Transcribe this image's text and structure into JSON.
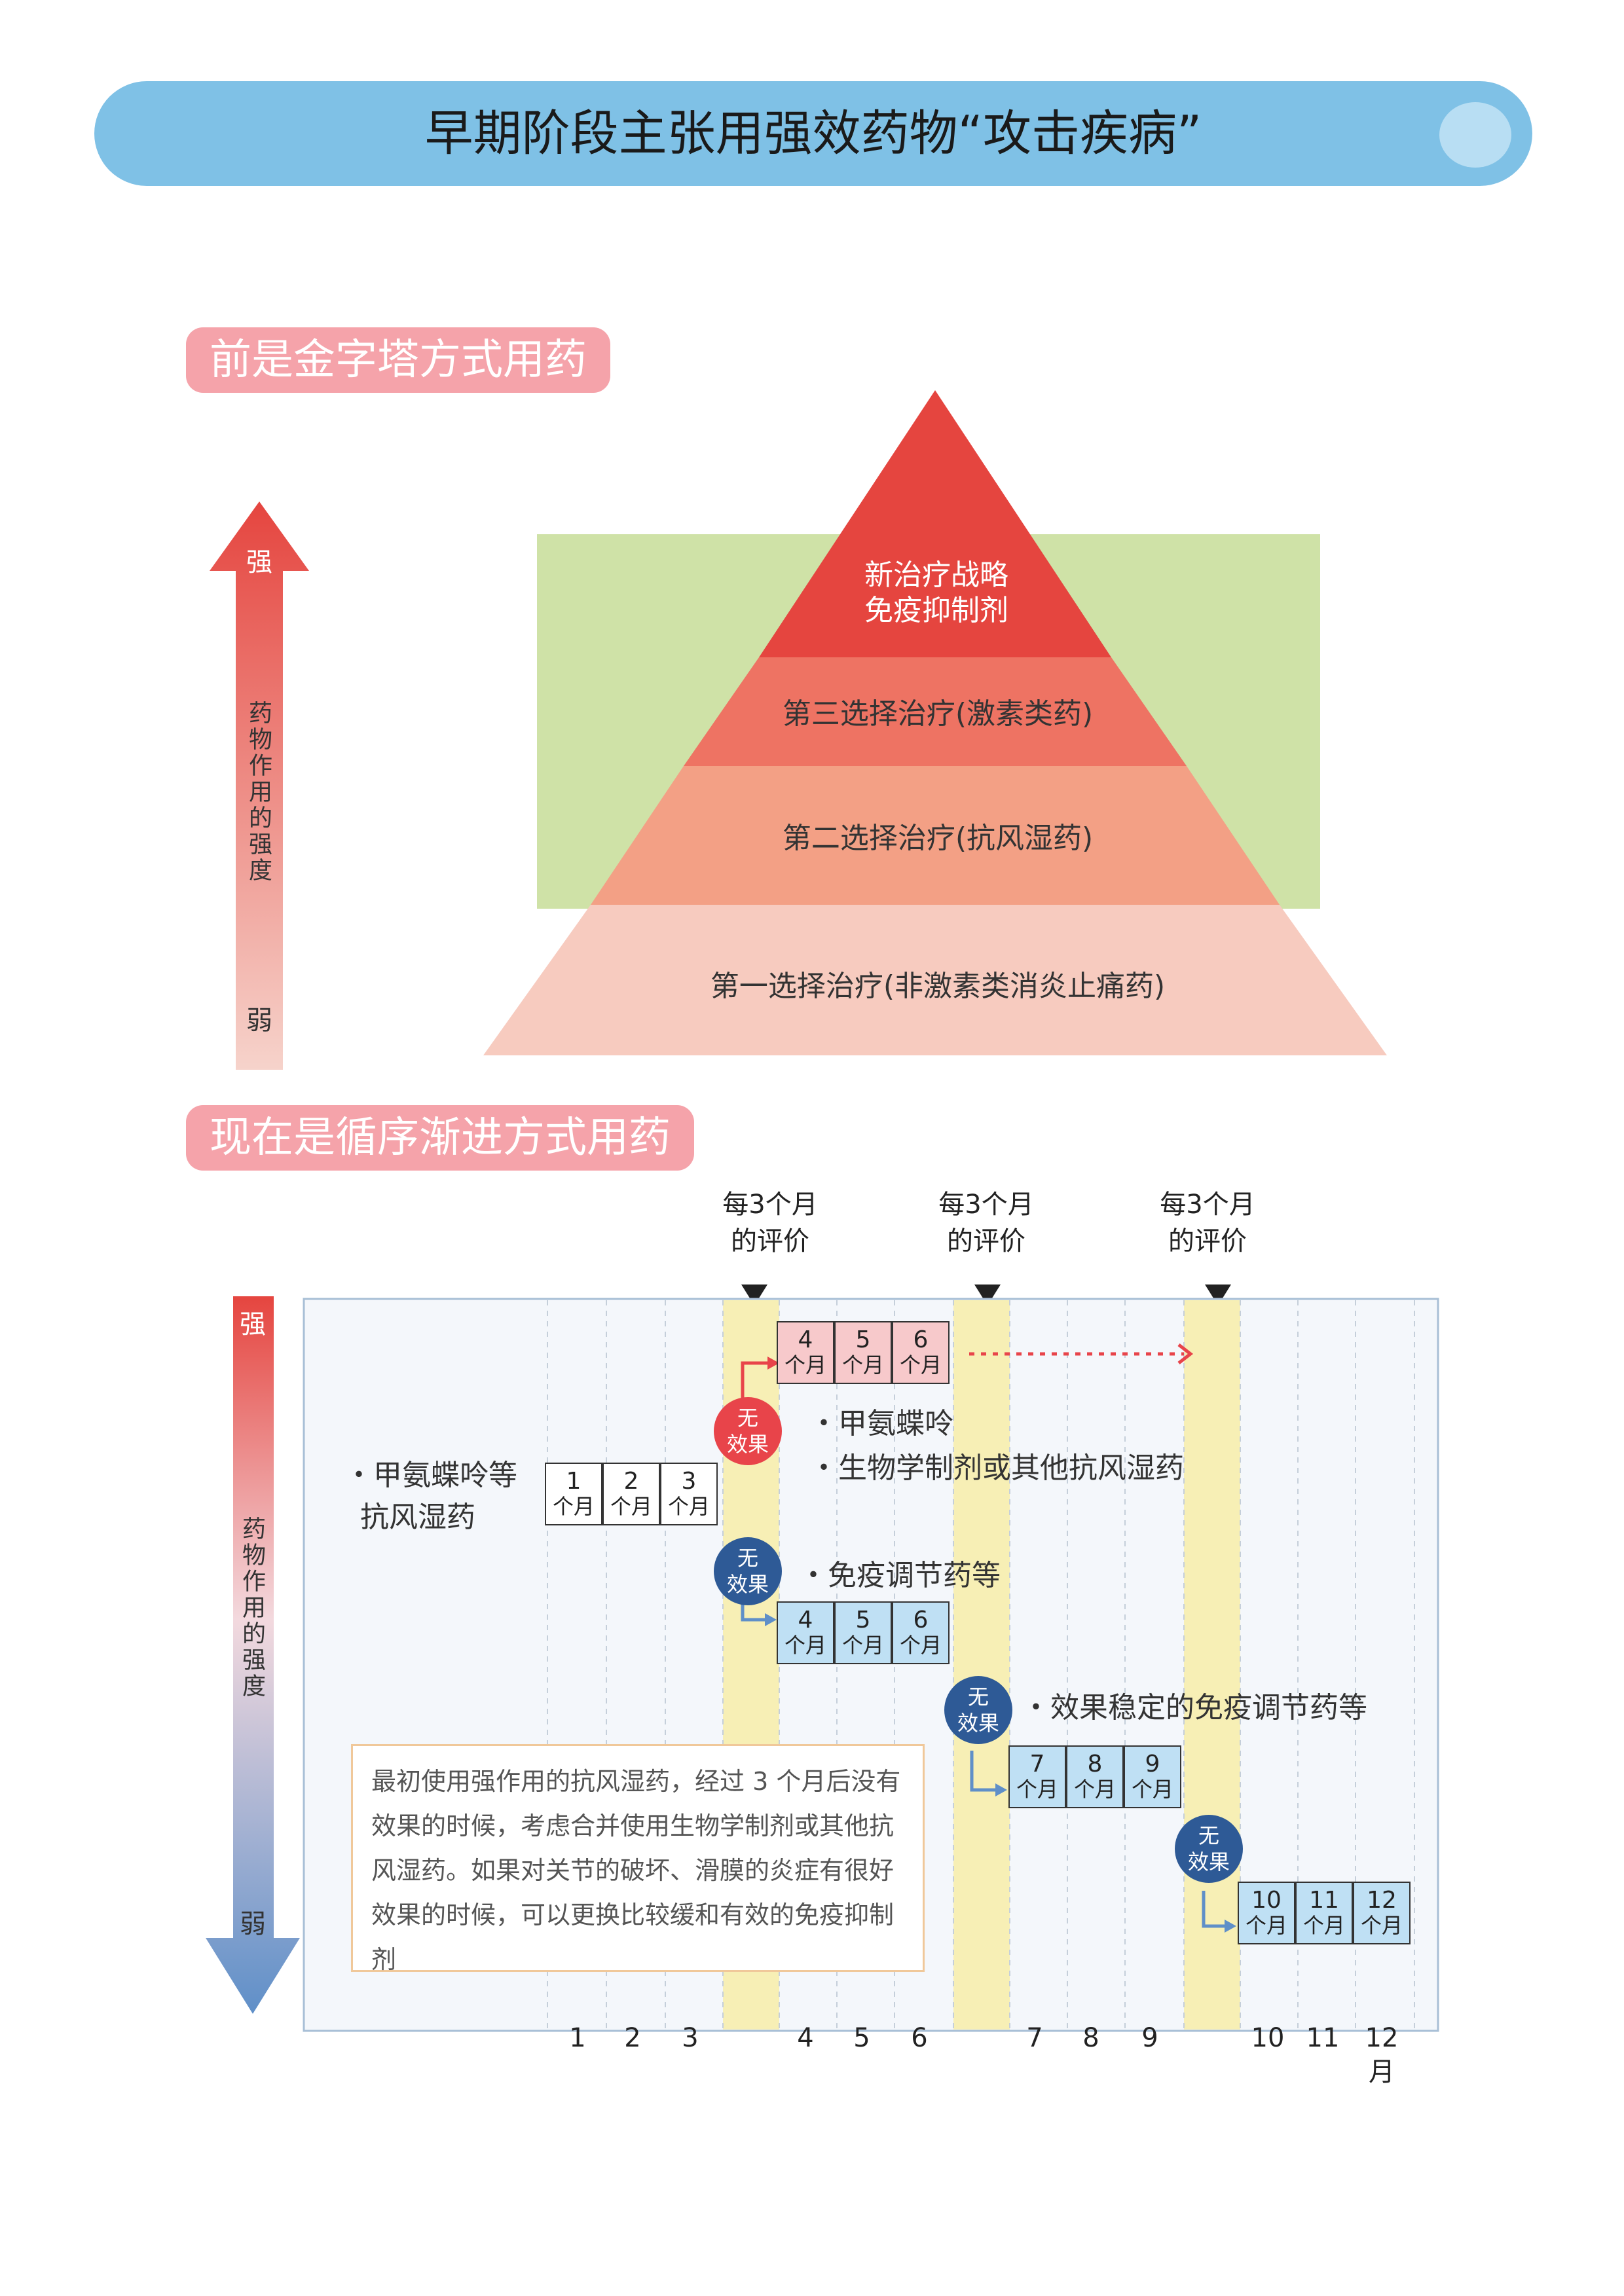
{
  "header": {
    "title": "早期阶段主张用强效药物“攻击疾病”"
  },
  "section1": {
    "heading": "前是金字塔方式用药",
    "axis": {
      "top": "强",
      "middle": "药物作用的强度",
      "bottom": "弱"
    },
    "pyramid": {
      "top_line1": "新治疗战略",
      "top_line2": "免疫抑制剂",
      "level3": "第三选择治疗(激素类药)",
      "level2": "第二选择治疗(抗风湿药)",
      "level1": "第一选择治疗(非激素类消炎止痛药)"
    },
    "colors": {
      "background": "#cfe2a7",
      "top": "#e5453f",
      "level3": "#ee7363",
      "level2": "#f3a085",
      "level1": "#f7cbbf"
    }
  },
  "section2": {
    "heading": "现在是循序渐进方式用药",
    "axis": {
      "top": "强",
      "middle": "药物作用的强度",
      "bottom": "弱"
    },
    "evaluations": [
      {
        "line1": "每3个月",
        "line2": "的评价"
      },
      {
        "line1": "每3个月",
        "line2": "的评价"
      },
      {
        "line1": "每3个月",
        "line2": "的评价"
      }
    ],
    "unit": "个月",
    "initial_label": {
      "line1": "・甲氨蝶呤等",
      "line2": "抗风湿药"
    },
    "boxes_first": [
      "1",
      "2",
      "3"
    ],
    "boxes_upper": [
      "4",
      "5",
      "6"
    ],
    "boxes_lower": [
      "4",
      "5",
      "6"
    ],
    "boxes_third": [
      "7",
      "8",
      "9"
    ],
    "boxes_fourth": [
      "10",
      "11",
      "12"
    ],
    "no_effect": {
      "line1": "无",
      "line2": "效果"
    },
    "notes": {
      "upper1": "・甲氨蝶呤",
      "upper2": "・生物学制剂或其他抗风湿药",
      "lower": "・免疫调节药等",
      "stable": "・效果稳定的免疫调节药等"
    },
    "explanation": "最初使用强作用的抗风湿药，经过 3 个月后没有效果的时候，考虑合并使用生物学制剂或其他抗风湿药。如果对关节的破坏、滑膜的炎症有很好效果的时候，可以更换比较缓和有效的免疫抑制剂",
    "x_axis": [
      "1",
      "2",
      "3",
      "4",
      "5",
      "6",
      "7",
      "8",
      "9",
      "10",
      "11",
      "12"
    ],
    "x_unit": "月",
    "colors": {
      "highlight": "#f7efb5",
      "arrow_red": "#e8444a",
      "arrow_blue": "#5f8fc8"
    }
  }
}
